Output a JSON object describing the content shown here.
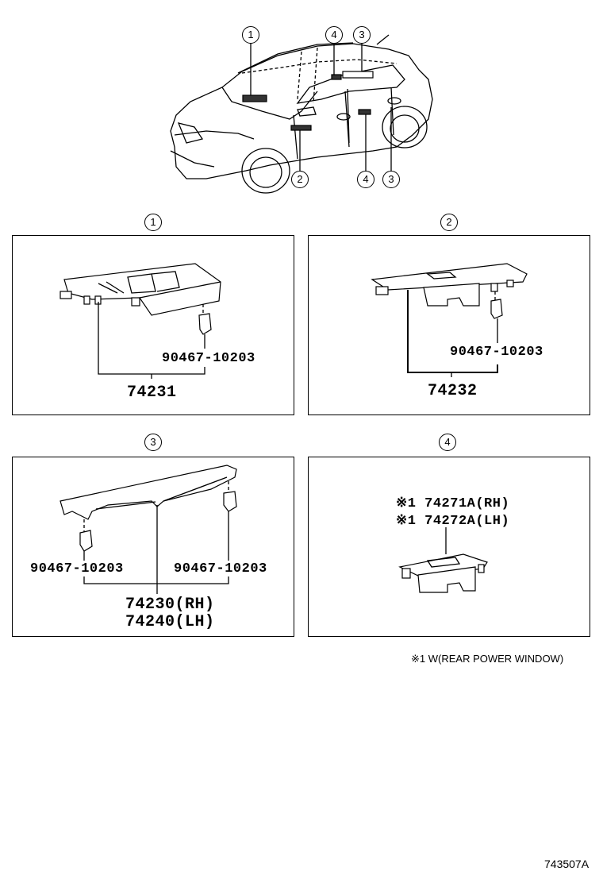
{
  "overview": {
    "callouts": [
      "1",
      "4",
      "3",
      "2",
      "4",
      "3"
    ]
  },
  "panels": [
    {
      "callout": "1",
      "parts": [
        {
          "number": "90467-10203",
          "role": "clip"
        },
        {
          "number": "74231",
          "role": "assembly"
        }
      ]
    },
    {
      "callout": "2",
      "parts": [
        {
          "number": "90467-10203",
          "role": "clip"
        },
        {
          "number": "74232",
          "role": "assembly"
        }
      ]
    },
    {
      "callout": "3",
      "parts": [
        {
          "number": "90467-10203",
          "role": "clip-left"
        },
        {
          "number": "90467-10203",
          "role": "clip-right"
        },
        {
          "number": "74230(RH)",
          "role": "assembly-rh"
        },
        {
          "number": "74240(LH)",
          "role": "assembly-lh"
        }
      ]
    },
    {
      "callout": "4",
      "parts": [
        {
          "number": "※1 74271A(RH)",
          "role": "assembly-rh"
        },
        {
          "number": "※1 74272A(LH)",
          "role": "assembly-lh"
        }
      ]
    }
  ],
  "footnote": "※1 W(REAR POWER WINDOW)",
  "diagram_id": "743507A"
}
